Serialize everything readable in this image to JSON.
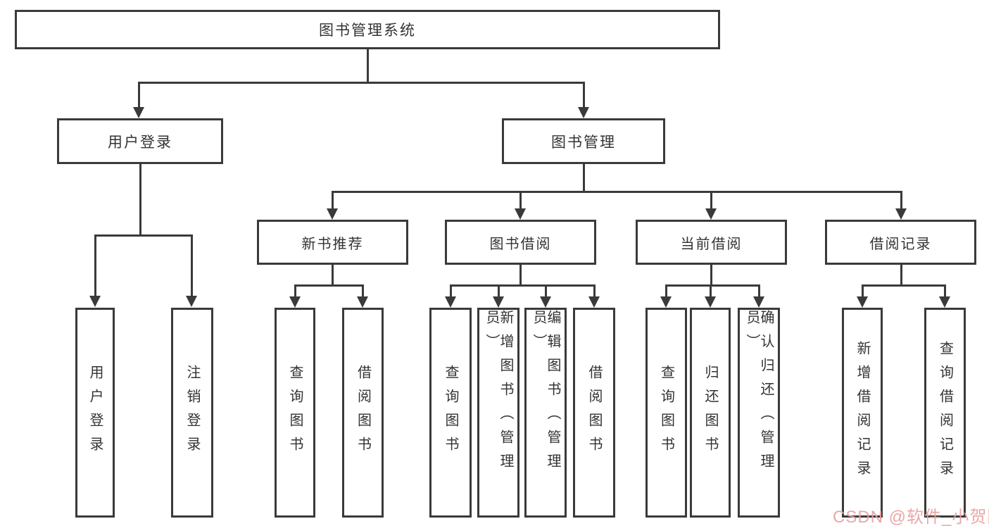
{
  "diagram": {
    "root": {
      "label": "图书管理系统"
    },
    "branches": [
      {
        "label": "用户登录",
        "children": [
          {
            "label": "用户登录"
          },
          {
            "label": "注销登录"
          }
        ]
      },
      {
        "label": "图书管理",
        "children": [
          {
            "label": "新书推荐",
            "children": [
              {
                "label": "查询图书"
              },
              {
                "label": "借阅图书"
              }
            ]
          },
          {
            "label": "图书借阅",
            "children": [
              {
                "label": "查询图书"
              },
              {
                "label": "新增图书（管理员）"
              },
              {
                "label": "编辑图书（管理员）"
              },
              {
                "label": "借阅图书"
              }
            ]
          },
          {
            "label": "当前借阅",
            "children": [
              {
                "label": "查询图书"
              },
              {
                "label": "归还图书"
              },
              {
                "label": "确认归还（管理员）"
              }
            ]
          },
          {
            "label": "借阅记录",
            "children": [
              {
                "label": "新增借阅记录"
              },
              {
                "label": "查询借阅记录"
              }
            ]
          }
        ]
      }
    ]
  },
  "watermark": {
    "text": "CSDN @软件_小贺同学",
    "color": "#e8a0a0"
  },
  "colors": {
    "line": "#3a3a3a",
    "text": "#333333",
    "background": "#ffffff"
  }
}
